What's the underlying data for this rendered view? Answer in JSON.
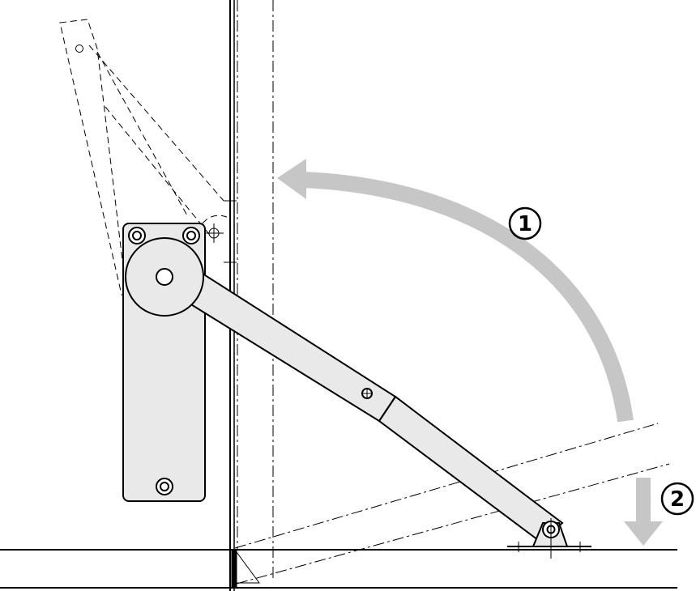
{
  "diagram": {
    "colors": {
      "line": "#000000",
      "part_fill": "#e9e9e9",
      "arrow": "#c6c6c6",
      "background": "#ffffff"
    },
    "steps": [
      {
        "label": "1",
        "meaning": "lift-up-arrow"
      },
      {
        "label": "2",
        "meaning": "lower-down-arrow"
      }
    ]
  }
}
